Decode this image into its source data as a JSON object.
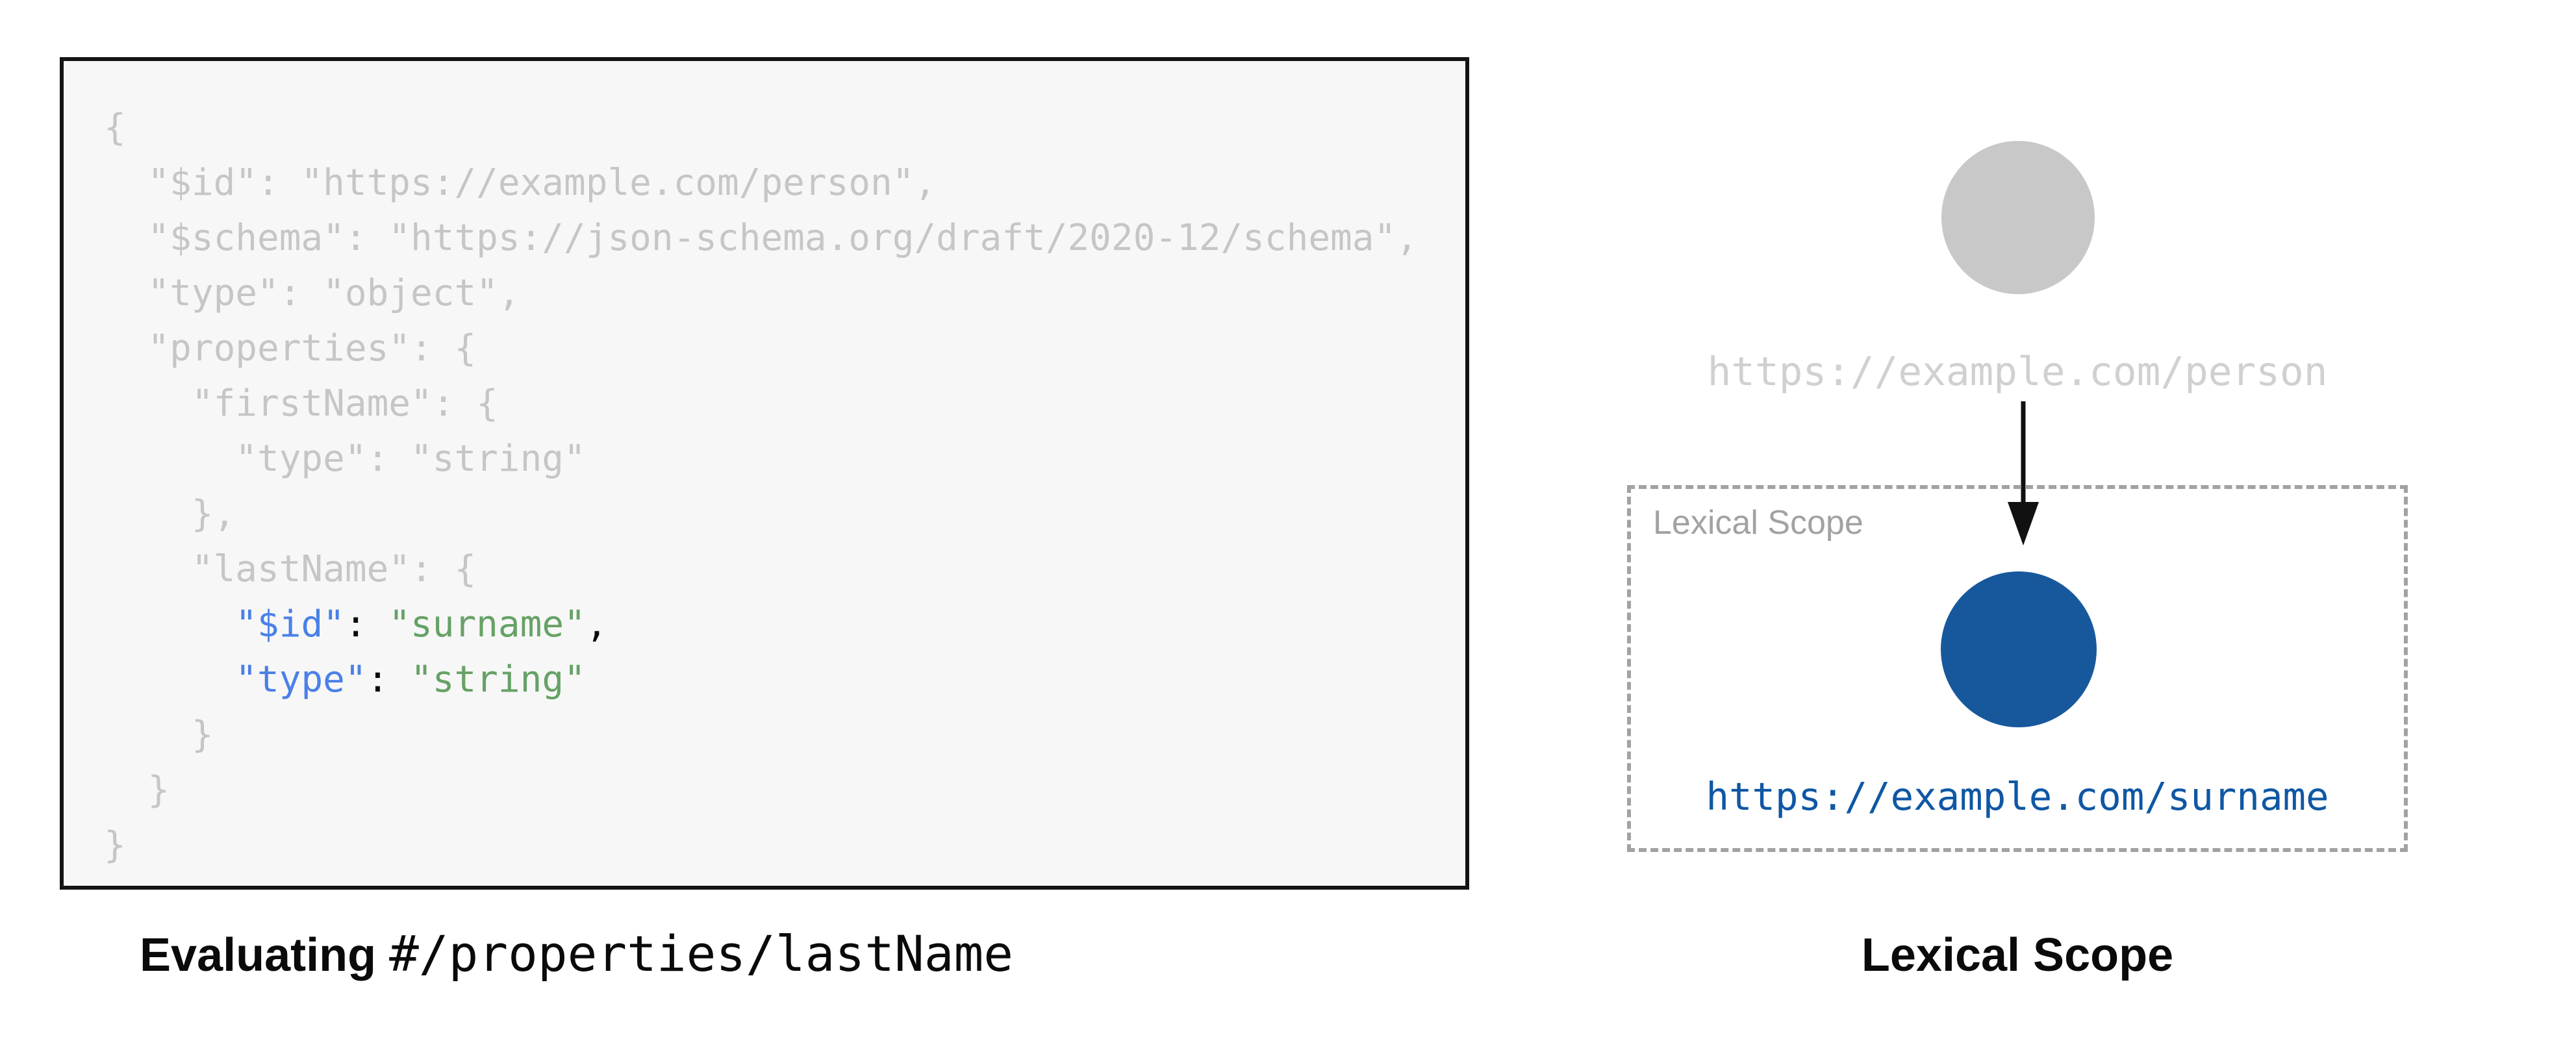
{
  "colors": {
    "key-blue": "#4a80e8",
    "value-green": "#66a266",
    "code-gray": "#c6c6c6",
    "code-bg": "#f7f7f7",
    "node-gray": "#c8c8c8",
    "url-gray": "#d0d0d0",
    "scope-gray": "#a2a2a2",
    "node-blue": "#17589d",
    "url-blue": "#0f57a4",
    "text-black": "#0a0a0a"
  },
  "code": {
    "part1": "{\n  \"$id\": \"https://example.com/person\",\n  \"$schema\": \"https://json-schema.org/draft/2020-12/schema\",\n  \"type\": \"object\",\n  \"properties\": {\n    \"firstName\": {\n      \"type\": \"string\"\n    },\n    \"lastName\": {\n",
    "hl": [
      {
        "indent": "      ",
        "key": "\"$id\"",
        "colon": ": ",
        "value": "\"surname\"",
        "after": ",\n"
      },
      {
        "indent": "      ",
        "key": "\"type\"",
        "colon": ": ",
        "value": "\"string\"",
        "after": "\n"
      }
    ],
    "part2": "    }\n  }\n}"
  },
  "captions": {
    "left_bold": "Evaluating",
    "left_space": " ",
    "left_code": "#/properties/lastName",
    "right": "Lexical Scope"
  },
  "diagram": {
    "parent_url": "https://example.com/person",
    "scope_label": "Lexical Scope",
    "child_url": "https://example.com/surname",
    "arrow_icon": "arrow-down-icon"
  }
}
